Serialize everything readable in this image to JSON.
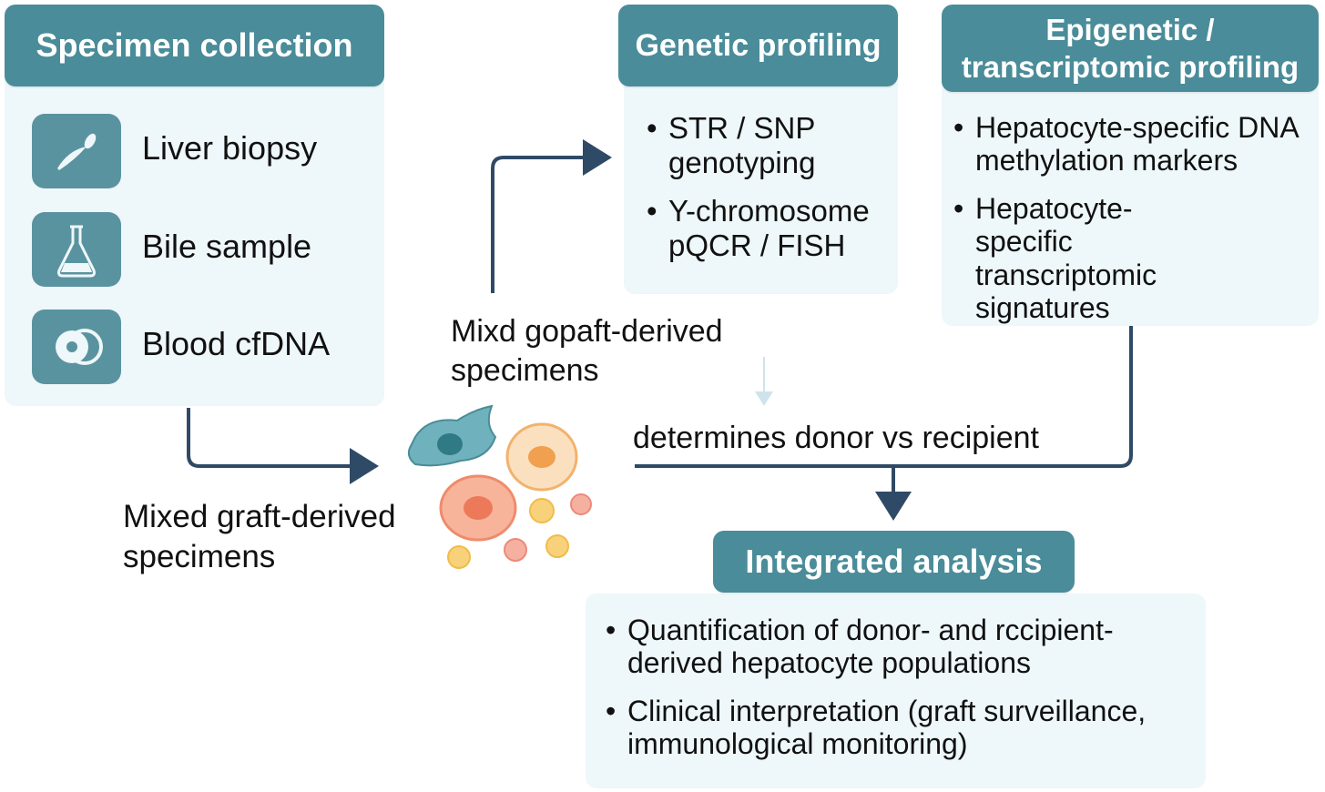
{
  "specimen": {
    "title": "Specimen collection",
    "items": [
      {
        "label": "Liver biopsy",
        "icon": "biopsy-needle-icon"
      },
      {
        "label": "Bile sample",
        "icon": "flask-icon"
      },
      {
        "label": "Blood cfDNA",
        "icon": "blood-cell-icon"
      }
    ]
  },
  "genetic": {
    "title": "Genetic profiling",
    "bullets": [
      "STR / SNP genotyping",
      "Y-chromosome pQCR / FISH"
    ]
  },
  "epigenetic": {
    "title_line1": "Epigenetic /",
    "title_line2": "transcriptomic profiling",
    "bullets": [
      "Hepatocyte-specific DNA methylation markers",
      "Hepatocyte-specific transcriptomic signatures"
    ]
  },
  "labels": {
    "mixed_top_line1": "Mixd gopaft-derived",
    "mixed_top_line2": "specimens",
    "mixed_left_line1": "Mixed graft-derived",
    "mixed_left_line2": "specimens",
    "determines": "determines donor vs recipient"
  },
  "integrated": {
    "title": "Integrated analysis",
    "bullets": [
      "Quantification of donor- and rccipient- derived hepatocyte populations",
      "Clinical interpretation (graft surveillance, immunological monitoring)"
    ]
  },
  "colors": {
    "header": "#4a8c99",
    "panel": "#eef7f9",
    "icon_tile": "#5a93a0",
    "arrow": "#2f4a66"
  }
}
